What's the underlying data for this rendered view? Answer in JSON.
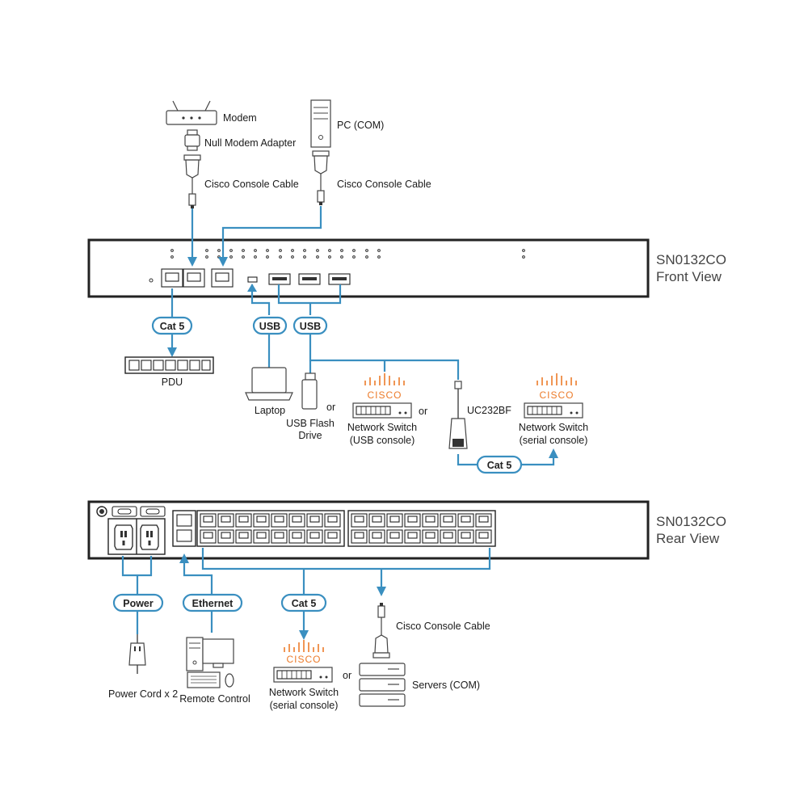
{
  "colors": {
    "connector": "#3a8fc0",
    "cisco": "#ec7b2a",
    "chassis": "#222222",
    "device_outline": "#444444"
  },
  "front_panel": {
    "model": "SN0132CO",
    "view": "Front View"
  },
  "rear_panel": {
    "model": "SN0132CO",
    "view": "Rear View"
  },
  "labels": {
    "modem": "Modem",
    "null_modem_adapter": "Null Modem Adapter",
    "cisco_console_cable_left": "Cisco Console Cable",
    "pc_com": "PC (COM)",
    "cisco_console_cable_right": "Cisco Console Cable",
    "pdu": "PDU",
    "laptop": "Laptop",
    "usb_flash_line1": "USB Flash",
    "usb_flash_line2": "Drive",
    "or_1": "or",
    "or_2": "or",
    "or_3": "or",
    "switch_usb_line1": "Network Switch",
    "switch_usb_line2": "(USB console)",
    "uc232bf": "UC232BF",
    "switch_serial_front_line1": "Network Switch",
    "switch_serial_front_line2": "(serial console)",
    "power_cord": "Power Cord x 2",
    "remote_control": "Remote Control",
    "switch_serial_rear_line1": "Network Switch",
    "switch_serial_rear_line2": "(serial console)",
    "cisco_console_cable_rear": "Cisco Console Cable",
    "servers_com": "Servers (COM)",
    "cisco_logo_text": "CISCO"
  },
  "pills": {
    "cat5_pdu": "Cat 5",
    "usb_laptop": "USB",
    "usb_devices": "USB",
    "cat5_uc232bf": "Cat 5",
    "power": "Power",
    "ethernet": "Ethernet",
    "cat5_rear": "Cat 5"
  },
  "icons": [
    "modem-icon",
    "null-modem-adapter-icon",
    "db9-connector-icon",
    "rj45-plug-icon",
    "pc-tower-icon",
    "pdu-icon",
    "laptop-icon",
    "usb-flash-drive-icon",
    "cisco-logo-icon",
    "network-switch-icon",
    "usb-serial-adapter-icon",
    "power-cord-icon",
    "computer-icon",
    "server-stack-icon"
  ]
}
